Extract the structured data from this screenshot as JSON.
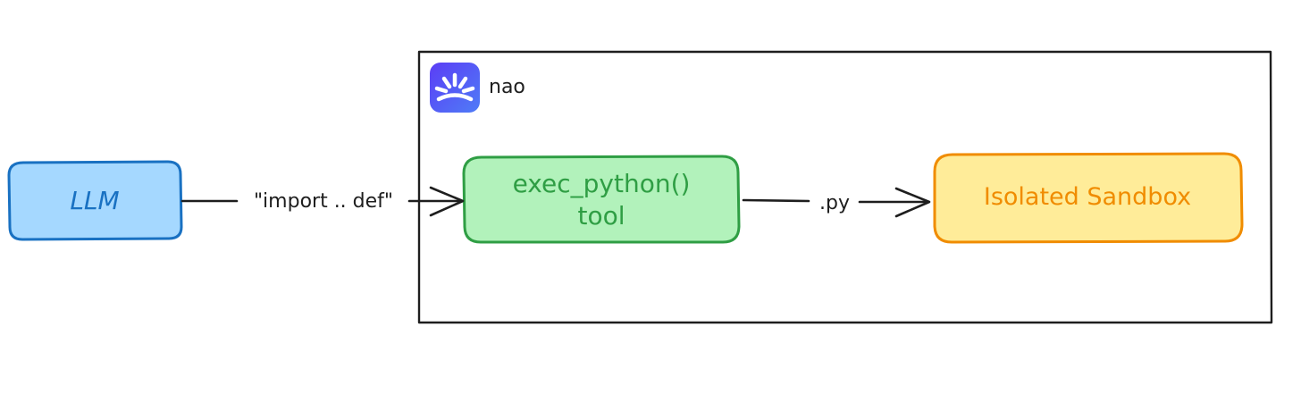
{
  "container": {
    "app_name": "nao",
    "logo_icon": "nao-logo-icon"
  },
  "nodes": {
    "llm": {
      "label": "LLM",
      "fill": "#a5d8ff",
      "stroke": "#1971c2",
      "text_color": "#1971c2"
    },
    "exec_tool": {
      "label_line1": "exec_python()",
      "label_line2": "tool",
      "fill": "#b2f2bb",
      "stroke": "#2f9e44",
      "text_color": "#2f9e44"
    },
    "sandbox": {
      "label": "Isolated Sandbox",
      "fill": "#ffec99",
      "stroke": "#f08c00",
      "text_color": "#f08c00"
    }
  },
  "edges": {
    "llm_to_tool": {
      "label": "\"import .. def\""
    },
    "tool_to_sandbox": {
      "label": ".py"
    }
  },
  "colors": {
    "line": "#1e1e1e",
    "logo_gradient_start": "#5b3df5",
    "logo_gradient_end": "#3b82f6"
  }
}
